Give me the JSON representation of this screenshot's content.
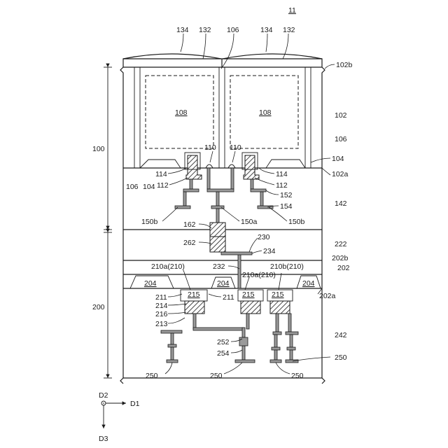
{
  "figure_number": "11",
  "labels": {
    "l134a": "134",
    "l132a": "132",
    "l106t": "106",
    "l134b": "134",
    "l132b": "132",
    "l102b": "102b",
    "l108a": "108",
    "l108b": "108",
    "l102": "102",
    "l106r": "106",
    "l100": "100",
    "l110a": "110",
    "l110b": "110",
    "l104r": "104",
    "l114a": "114",
    "l114b": "114",
    "l102a": "102a",
    "l106l": "106",
    "l104l": "104",
    "l112a": "112",
    "l112b": "112",
    "l152": "152",
    "l142": "142",
    "l154": "154",
    "l150bl": "150b",
    "l150a": "150a",
    "l150br": "150b",
    "l162": "162",
    "l230": "230",
    "l262": "262",
    "l234": "234",
    "l222": "222",
    "l202b": "202b",
    "l232": "232",
    "l202": "202",
    "l210al": "210a(210)",
    "l210br": "210b(210)",
    "l210am": "210a(210)",
    "l204a": "204",
    "l204b": "204",
    "l204c": "204",
    "l202a": "202a",
    "l211l": "211",
    "l215a": "215",
    "l215b": "215",
    "l215c": "215",
    "l211r": "211",
    "l214": "214",
    "l216": "216",
    "l200": "200",
    "l213": "213",
    "l242": "242",
    "l252": "252",
    "l254": "254",
    "l250r": "250",
    "l250l": "250",
    "l250m": "250",
    "l250b": "250",
    "d1": "D1",
    "d2": "D2",
    "d3": "D3"
  }
}
